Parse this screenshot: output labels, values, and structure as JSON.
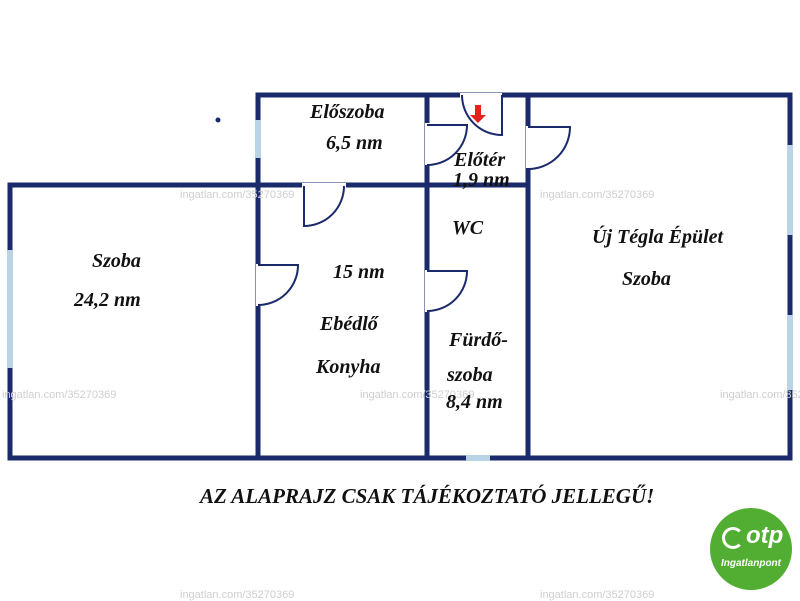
{
  "rooms": {
    "eloszoba": {
      "name": "Előszoba",
      "area": "6,5 nm"
    },
    "eloter": {
      "name": "Előtér",
      "area": "1,9 nm"
    },
    "szoba_left": {
      "name": "Szoba",
      "area": "24,2 nm"
    },
    "ebedlo": {
      "area": "15 nm",
      "name1": "Ebédlő",
      "name2": "Konyha"
    },
    "wc": {
      "name": "WC"
    },
    "furdo": {
      "name1": "Fürdő-",
      "name2": "szoba",
      "area": "8,4 nm"
    },
    "new_building": {
      "line1": "Új Tégla Épület",
      "line2": "Szoba"
    }
  },
  "disclaimer": "AZ ALAPRAJZ CSAK TÁJÉKOZTATÓ JELLEGŰ!",
  "watermark": "ingatlan.com/35270369",
  "logo": {
    "word": "otp",
    "sub": "Ingatlanpont"
  },
  "colors": {
    "wall": "#1a2a6b",
    "window": "#b8d4e6",
    "entrance_arrow": "#e8201c",
    "logo_green": "#52ae32"
  }
}
